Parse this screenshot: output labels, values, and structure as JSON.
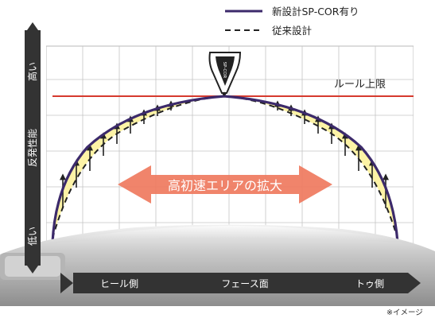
{
  "legend": {
    "new_design_label": "新設計SP-COR有り",
    "conventional_label": "従来設計"
  },
  "y_axis": {
    "title": "反発性能",
    "high_label": "高い",
    "low_label": "低い"
  },
  "x_axis": {
    "heel_label": "ヒール側",
    "face_label": "フェース面",
    "toe_label": "トゥ側"
  },
  "rule_limit_label": "ルール上限",
  "expansion_label": "高初速エリアの拡大",
  "image_note": "※イメージ",
  "logo_text": "SP-COR",
  "colors": {
    "new_design_line": "#3c2a6b",
    "conventional_line": "#222222",
    "rule_line": "#d63a2e",
    "fill_area": "#fdf3a6",
    "expansion_arrow": "#ef7a5e",
    "axis_bar": "#333333",
    "grid": "#b8b8b8"
  }
}
